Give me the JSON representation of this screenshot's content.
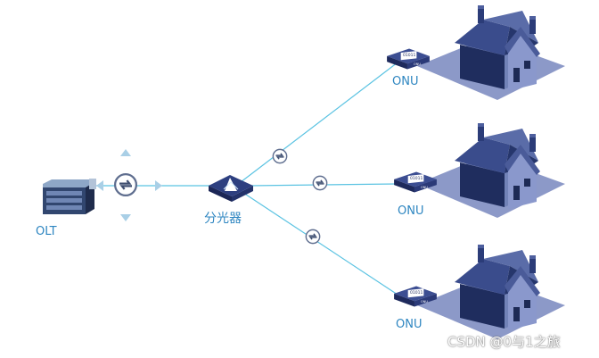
{
  "nodes": {
    "olt": {
      "label": "OLT"
    },
    "splitter": {
      "label": "分光器"
    },
    "onus": [
      {
        "label": "ONU"
      },
      {
        "label": "ONU"
      },
      {
        "label": "ONU"
      }
    ]
  },
  "device_badge": "01011",
  "device_sub": "ONU",
  "watermark": "CSDN @0与1之旅",
  "colors": {
    "fiber_line": "#5bc3e2",
    "device_blue": "#2c3e7d",
    "house_dark": "#27386e",
    "house_light": "#8391c4",
    "label_text": "#2e86c1"
  }
}
